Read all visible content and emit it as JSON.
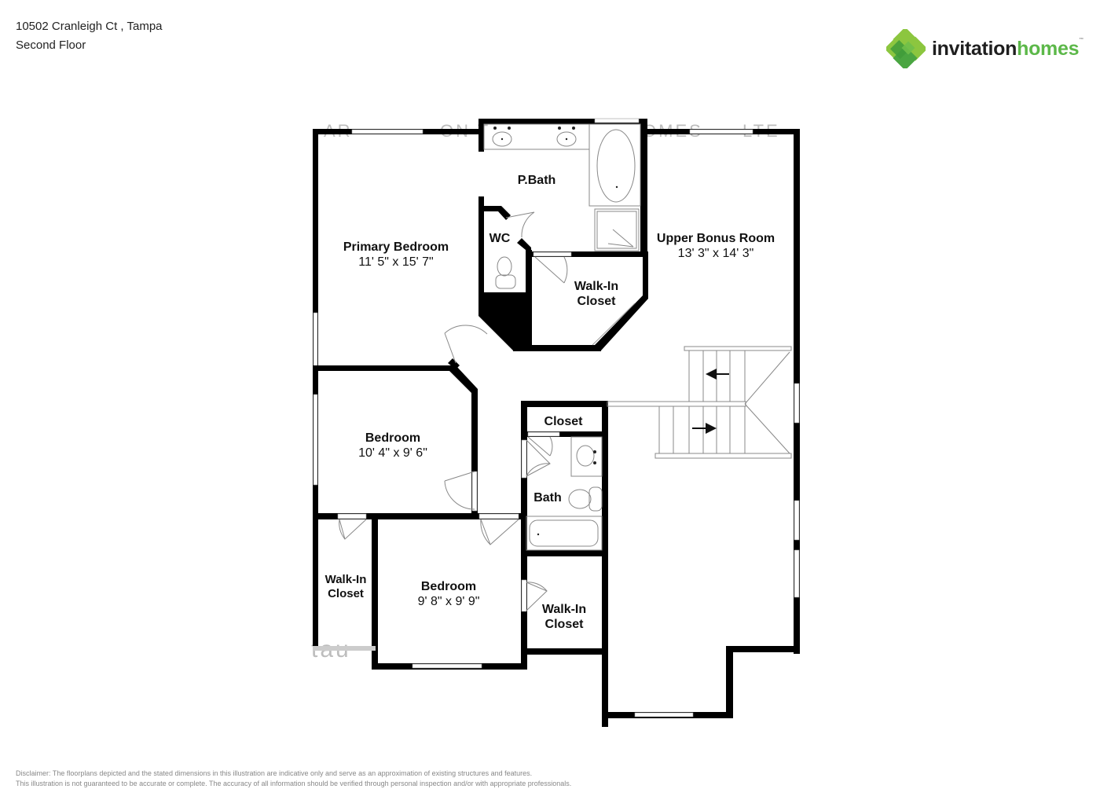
{
  "header": {
    "address": "10502 Cranleigh Ct , Tampa",
    "floor": "Second Floor"
  },
  "logo": {
    "word1": "invitation",
    "word2": "homes",
    "trademark": "™",
    "colors": {
      "dark_green": "#3f9b3a",
      "light_green": "#8cc63f",
      "text": "#1f1f1f",
      "accent": "#5cb849"
    }
  },
  "rooms": {
    "primary_bath": {
      "name": "P.Bath"
    },
    "wc": {
      "name": "WC"
    },
    "primary_bedroom": {
      "name": "Primary Bedroom",
      "dims": "11' 5\" x 15' 7\""
    },
    "walk_in_closet_primary": {
      "name_line1": "Walk-In",
      "name_line2": "Closet"
    },
    "upper_bonus_room": {
      "name": "Upper Bonus Room",
      "dims": "13' 3\" x 14' 3\""
    },
    "bedroom_2": {
      "name": "Bedroom",
      "dims": "10' 4\" x 9' 6\""
    },
    "closet_hall": {
      "name": "Closet"
    },
    "bath": {
      "name": "Bath"
    },
    "walk_in_closet_left": {
      "name_line1": "Walk-In",
      "name_line2": "Closet"
    },
    "bedroom_3": {
      "name": "Bedroom",
      "dims": "9' 8\" x 9' 9\""
    },
    "walk_in_closet_right": {
      "name_line1": "Walk-In",
      "name_line2": "Closet"
    }
  },
  "disclaimer": {
    "line1": "Disclaimer: The floorplans depicted and the stated dimensions in this illustration are indicative only and serve as an approximation of existing structures and features.",
    "line2": "This illustration is not guaranteed to be accurate or complete. The accuracy of all information should be verified through personal inspection and/or with appropriate professionals."
  },
  "colors": {
    "wall": "#000000",
    "fixture_line": "#888888",
    "background": "#ffffff"
  }
}
